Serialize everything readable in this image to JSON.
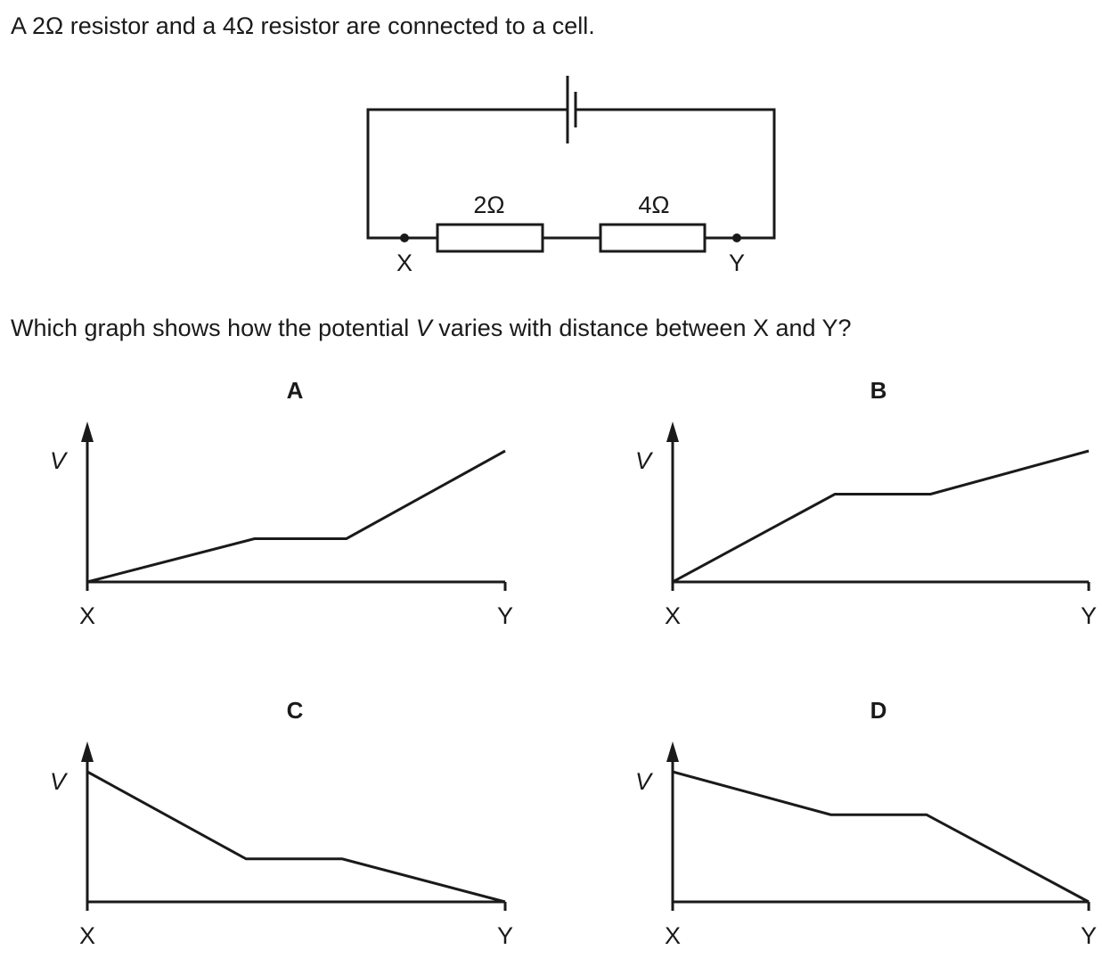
{
  "intro": {
    "prefix": "A 2",
    "r1_unit": "Ω",
    "middle": " resistor and a 4",
    "r2_unit": "Ω",
    "suffix": " resistor are connected to a cell."
  },
  "circuit": {
    "resistor_1_label": "2Ω",
    "resistor_2_label": "4Ω",
    "point_left_label": "X",
    "point_right_label": "Y"
  },
  "question": {
    "prefix": "Which graph shows how the potential ",
    "variable": "V",
    "suffix": " varies with distance between X and Y?"
  },
  "chart_data": [
    {
      "type": "line",
      "title": "A",
      "ylabel": "V",
      "x_tick_labels": [
        "X",
        "Y"
      ],
      "x": [
        0,
        0.4,
        0.62,
        1.0
      ],
      "values": [
        0,
        0.33,
        0.33,
        1.0
      ]
    },
    {
      "type": "line",
      "title": "B",
      "ylabel": "V",
      "x_tick_labels": [
        "X",
        "Y"
      ],
      "x": [
        0,
        0.39,
        0.62,
        1.0
      ],
      "values": [
        0,
        0.67,
        0.67,
        1.0
      ]
    },
    {
      "type": "line",
      "title": "C",
      "ylabel": "V",
      "x_tick_labels": [
        "X",
        "Y"
      ],
      "x": [
        0,
        0.38,
        0.61,
        1.0
      ],
      "values": [
        1.0,
        0.33,
        0.33,
        0
      ]
    },
    {
      "type": "line",
      "title": "D",
      "ylabel": "V",
      "x_tick_labels": [
        "X",
        "Y"
      ],
      "x": [
        0,
        0.38,
        0.61,
        1.0
      ],
      "values": [
        1.0,
        0.67,
        0.67,
        0
      ]
    }
  ]
}
